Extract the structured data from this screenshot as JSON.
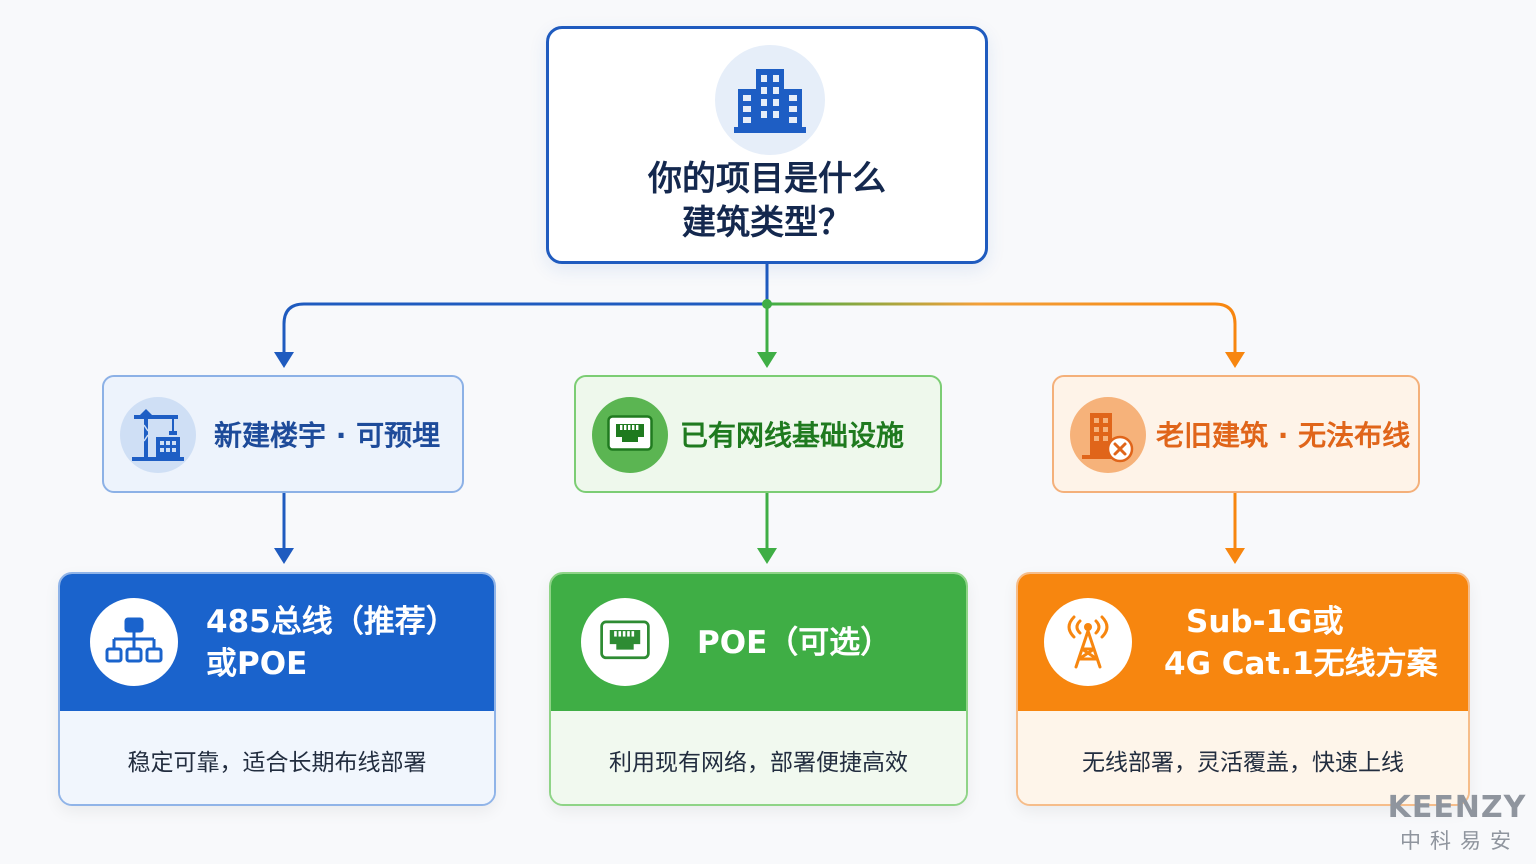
{
  "colors": {
    "primary_blue": "#1f5bbf",
    "branch_blue": "#1a63cc",
    "branch_green": "#3fae45",
    "branch_orange": "#f7860f"
  },
  "root": {
    "icon": "building-icon",
    "title_line1": "你的项目是什么",
    "title_line2": "建筑类型？"
  },
  "branches": [
    {
      "id": "new-building",
      "color": "blue",
      "category": {
        "icon": "construction-crane-icon",
        "label": "新建楼宇 · 可预埋"
      },
      "solution": {
        "icon": "network-topology-icon",
        "title_line1": "485总线（推荐）",
        "title_line2": "或POE",
        "description": "稳定可靠，适合长期布线部署"
      }
    },
    {
      "id": "existing-network",
      "color": "green",
      "category": {
        "icon": "ethernet-port-icon",
        "label": "已有网线基础设施"
      },
      "solution": {
        "icon": "ethernet-port-icon",
        "title_line1": "POE（可选）",
        "title_line2": "",
        "description": "利用现有网络，部署便捷高效"
      }
    },
    {
      "id": "old-building",
      "color": "orange",
      "category": {
        "icon": "building-no-wiring-icon",
        "label": "老旧建筑 · 无法布线"
      },
      "solution": {
        "icon": "wireless-tower-icon",
        "title_line1": "Sub-1G或",
        "title_line2": "4G Cat.1无线方案",
        "description": "无线部署，灵活覆盖，快速上线"
      }
    }
  ],
  "watermark": {
    "brand_en": "KEENZY",
    "brand_cn": "中科易安"
  }
}
